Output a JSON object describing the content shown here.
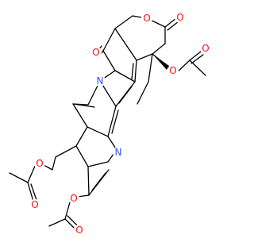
{
  "molecule": {
    "atoms": {
      "O_lactone": {
        "label": "O",
        "color": "#ff0d0d"
      },
      "O_lactone_carbonyl": {
        "label": "O",
        "color": "#ff0d0d"
      },
      "O_pyridone_carbonyl": {
        "label": "O",
        "color": "#ff0d0d"
      },
      "N_pyridone": {
        "label": "N",
        "color": "#3050f8"
      },
      "O_acetoxy_c20": {
        "label": "O",
        "color": "#ff0d0d"
      },
      "O_acetoxy_c20_carbonyl": {
        "label": "O",
        "color": "#ff0d0d"
      },
      "N_quinoline": {
        "label": "N",
        "color": "#3050f8"
      },
      "O_acetoxymethyl": {
        "label": "O",
        "color": "#ff0d0d"
      },
      "O_acetoxymethyl_carbonyl": {
        "label": "O",
        "color": "#ff0d0d"
      },
      "O_acetoxy_aryl": {
        "label": "O",
        "color": "#ff0d0d"
      },
      "O_acetoxy_aryl_carbonyl": {
        "label": "O",
        "color": "#ff0d0d"
      }
    },
    "bond_color": "#000000",
    "stereo_bond_color": "#000000"
  }
}
